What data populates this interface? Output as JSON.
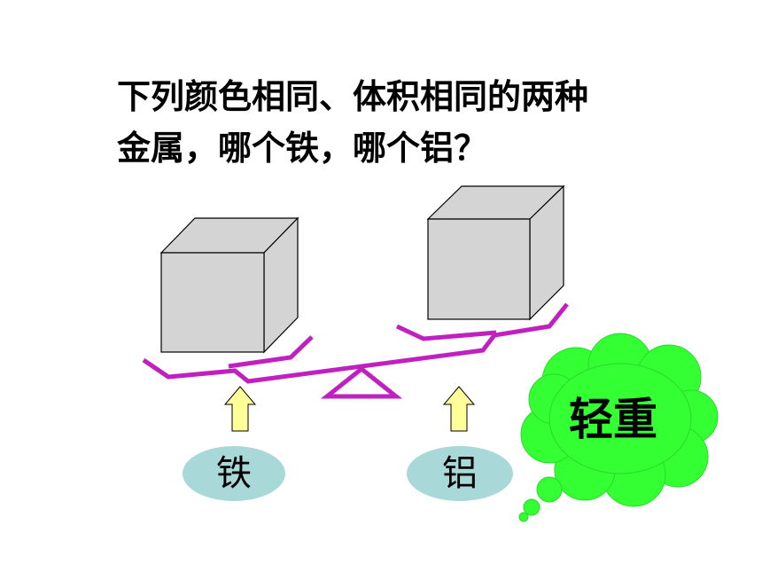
{
  "question": {
    "line1": "下列颜色相同、体积相同的两种",
    "line2": "金属，哪个铁，哪个铝？"
  },
  "labels": {
    "left": "铁",
    "right": "铝"
  },
  "cloud": {
    "text": "轻重"
  },
  "colors": {
    "beam": "#c020c0",
    "cube_front": "#d4d4d4",
    "oval": "#a8d8d8",
    "arrow": "#ffff99",
    "cloud": "#33ff33"
  }
}
